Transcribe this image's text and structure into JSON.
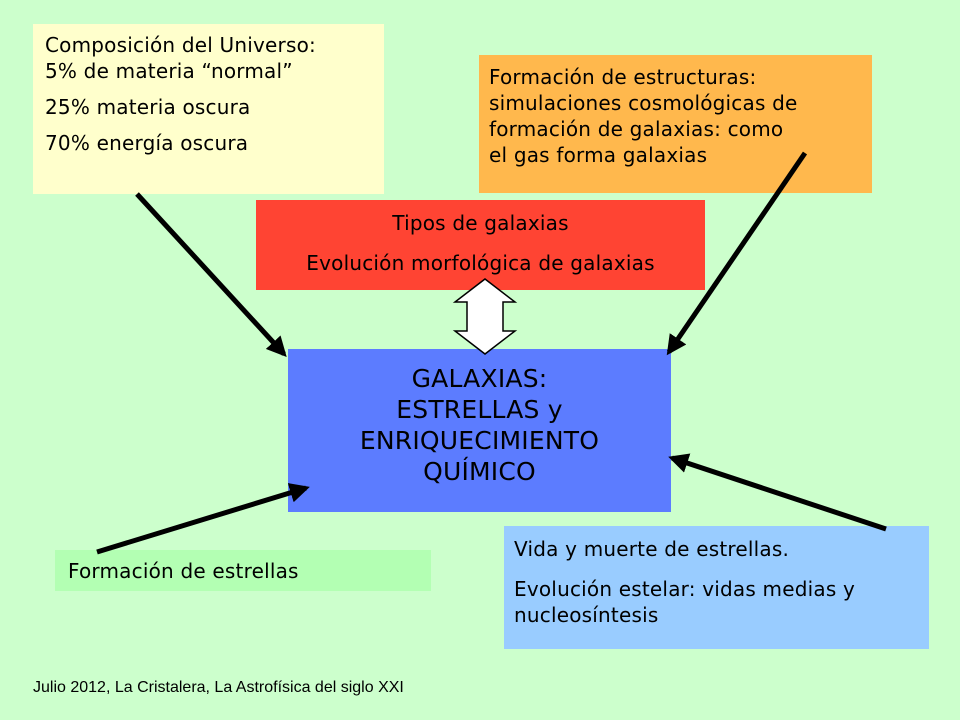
{
  "boxes": {
    "universe": {
      "title": "Composición del Universo:",
      "line1": "5% de materia “normal”",
      "line2": "25% materia oscura",
      "line3": "70% energía oscura"
    },
    "structures": {
      "lines": [
        "Formación de estructuras:",
        "simulaciones cosmológicas de",
        "formación de galaxias: como",
        "el gas forma galaxias"
      ]
    },
    "types": {
      "line1": "Tipos de galaxias",
      "line2": "Evolución morfológica de galaxias"
    },
    "galaxies": {
      "lines": [
        "GALAXIAS:",
        "ESTRELLAS y",
        "ENRIQUECIMIENTO",
        "QUÍMICO"
      ]
    },
    "star_formation": {
      "label": "Formación de estrellas"
    },
    "stellar": {
      "line1": "Vida y muerte de estrellas.",
      "line2": "Evolución estelar: vidas medias y",
      "line3": "nucleosíntesis"
    }
  },
  "footer": "Julio 2012, La Cristalera, La Astrofísica del siglo XXI",
  "colors": {
    "background": "#ccffcc",
    "universe": "#ffffcc",
    "structures": "#ffb84d",
    "types": "#ff4433",
    "galaxies": "#5c7cff",
    "star_formation": "#b3ffb3",
    "stellar": "#99ccff"
  }
}
